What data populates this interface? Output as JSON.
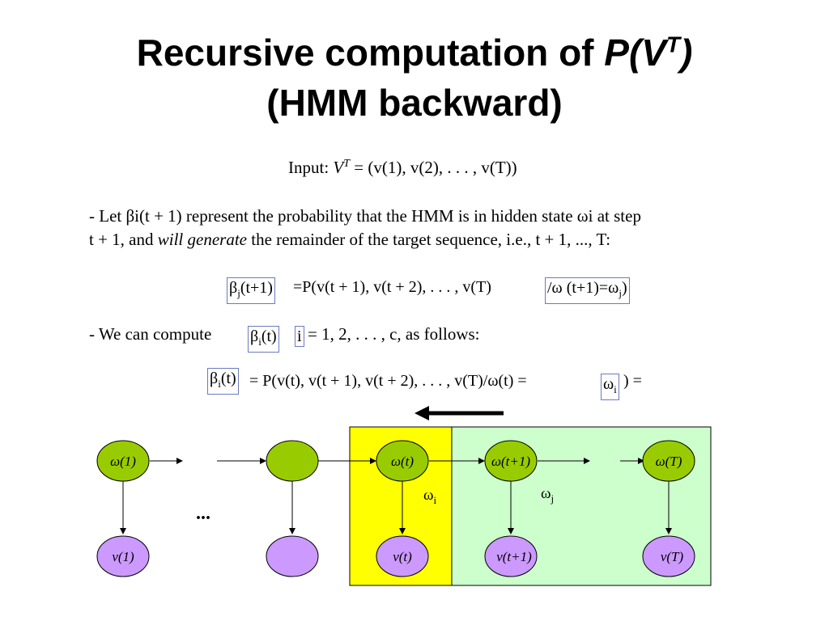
{
  "title": {
    "line1_prefix": "Recursive computation of ",
    "line1_italic": "P(V",
    "line1_sup": "T",
    "line1_close": ")",
    "line2": "(HMM backward)"
  },
  "input_line": {
    "label": "Input: ",
    "v": "V",
    "sup": "T",
    "rest": " = (v(1), v(2), . . . , v(T))"
  },
  "para1": {
    "line1": "- Let βi(t + 1) represent the probability that the HMM is in hidden state ωi at step",
    "line2_a": "t + 1, and ",
    "line2_em": "will generate",
    "line2_b": " the remainder of the target sequence, i.e., t + 1, ..., T:"
  },
  "eq1": {
    "lhs_beta": "β",
    "lhs_sub": "j",
    "lhs_rest": "(t+1)",
    "rhs": "=P(v(t + 1), v(t + 2), . . . , v(T)",
    "cond": "/ω (t+1)=ω",
    "cond_sub": "j",
    "cond_close": ")"
  },
  "para2": {
    "prefix": "- We can compute ",
    "beta": "β",
    "sub": "i",
    "rest": "(t)",
    "i": "i",
    "range": " = 1, 2, . . . , c, as follows:"
  },
  "eq2": {
    "beta": "β",
    "sub": "i",
    "rest": "(t)",
    "rhs": "= P(v(t), v(t + 1), v(t + 2), . . . , v(T)/ω(t) =",
    "omega": "ω",
    "omega_sub": "i",
    "close": ") ="
  },
  "diagram": {
    "hidden_nodes": [
      "ω(1)",
      "",
      "ω(t)",
      "ω(t+1)",
      "ω(T)"
    ],
    "visible_nodes": [
      "v(1)",
      "",
      "v(t)",
      "v(t+1)",
      "v(T)"
    ],
    "ellipsis": "...",
    "label_i": "ω",
    "label_i_sub": "i",
    "label_j": "ω",
    "label_j_sub": "j",
    "colors": {
      "hidden_fill": "#99cc00",
      "visible_fill": "#cc99ff",
      "yellow_box": "#ffff00",
      "green_box": "#ccffcc"
    }
  }
}
